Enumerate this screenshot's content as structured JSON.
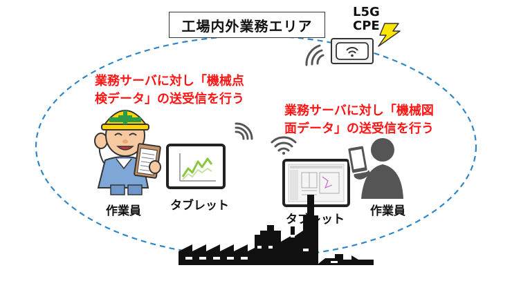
{
  "title": "工場内外業務エリア",
  "cpe_label": {
    "line1": "L5G",
    "line2": "CPE"
  },
  "left_caption": {
    "line1": "業務サーバに対し「機械点",
    "line2": "検データ」の送受信を行う"
  },
  "right_caption": {
    "line1": "業務サーバに対し「機械図",
    "line2": "面データ」の送受信を行う"
  },
  "labels": {
    "worker_left": "作業員",
    "tablet_left": "タブレット",
    "tablet_right": "タブレット",
    "worker_right": "作業員"
  },
  "colors": {
    "ellipse_dash": "#2e86c8",
    "caption_red": "#ff1414",
    "lightning": "#ffe600",
    "helmet": "#ffd400",
    "worker_suit": "#7ea6d6",
    "chart_line": "#8cc63f",
    "factory": "#111111"
  },
  "icons": [
    "l5g-cpe-router-icon",
    "lightning-icon",
    "wifi-signal-icon",
    "worker-with-clipboard-icon",
    "tablet-chart-icon",
    "tablet-drawing-icon",
    "person-with-tablet-icon",
    "factory-icon"
  ]
}
